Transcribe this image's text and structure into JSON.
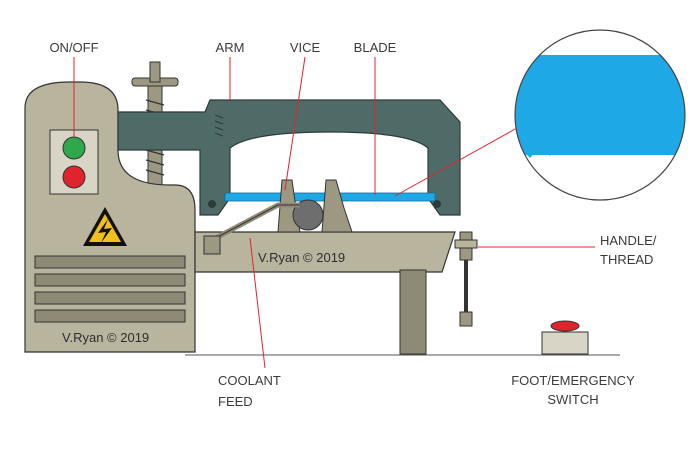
{
  "labels": {
    "on_off": "ON/OFF",
    "arm": "ARM",
    "vice": "VICE",
    "blade": "BLADE",
    "handle_line1": "HANDLE/",
    "handle_line2": "THREAD",
    "coolant_line1": "COOLANT",
    "coolant_line2": "FEED",
    "foot_line1": "FOOT/EMERGENCY",
    "foot_line2": "SWITCH"
  },
  "watermarks": {
    "body": "V.Ryan © 2019",
    "bed": "V.Ryan © 2019"
  },
  "colors": {
    "body": "#b9b49e",
    "body_dark": "#9d9882",
    "arm": "#4f6b68",
    "blade": "#1ea8e6",
    "leader": "#e0242c",
    "button_green": "#2ea84a",
    "button_red": "#e0242c",
    "warning": "#f2c01a"
  },
  "icons": {
    "warning": "high-voltage-warning-icon"
  }
}
